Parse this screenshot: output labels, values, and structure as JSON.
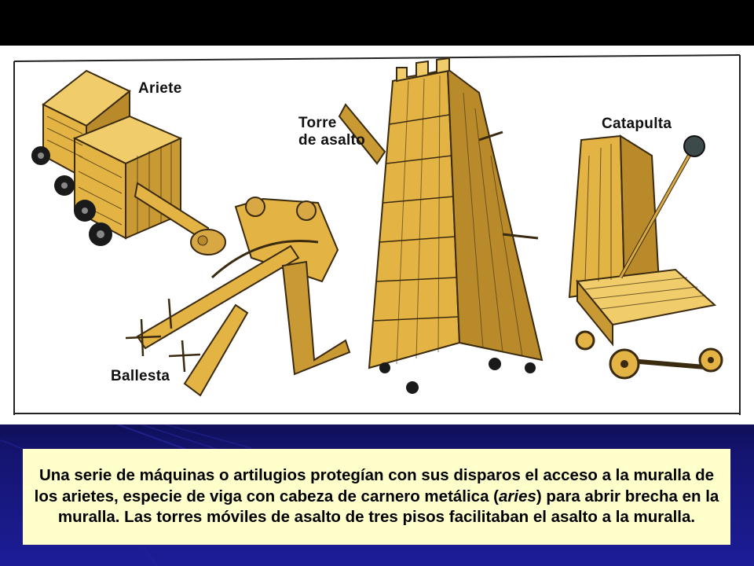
{
  "illustration": {
    "labels": {
      "ariete": "Ariete",
      "torre": "Torre\nde asalto",
      "catapulta": "Catapulta",
      "ballesta": "Ballesta"
    },
    "colors": {
      "wood": "#e3b444",
      "wood_light": "#f0cd6a",
      "wood_dark": "#b88a2a",
      "outline": "#3a2a10",
      "caption_bg": "#ffffcc",
      "slide_bg": "#000000",
      "slide_accent": "#1d1d98"
    }
  },
  "caption": {
    "part1": "Una serie de máquinas o artilugios protegían con sus disparos el acceso a la muralla de los arietes, especie de viga con cabeza de carnero metálica (",
    "italic": "aries",
    "part2": ") para abrir brecha en la muralla. Las torres móviles de asalto de tres pisos facilitaban el asalto a la muralla."
  }
}
